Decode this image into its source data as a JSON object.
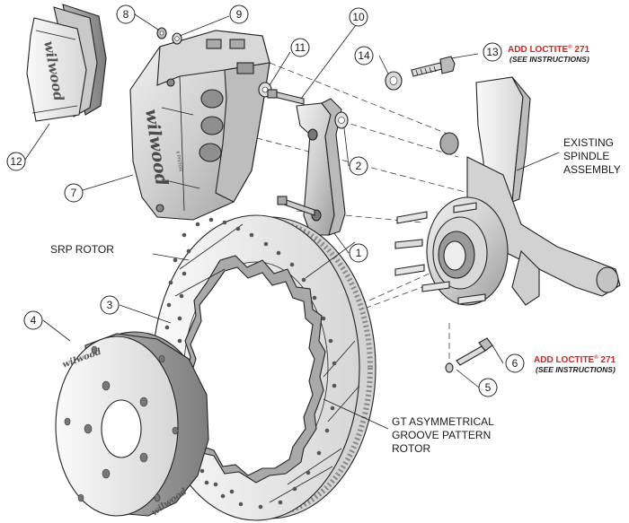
{
  "callouts": {
    "c1": "1",
    "c2": "2",
    "c3": "3",
    "c4": "4",
    "c5": "5",
    "c6": "6",
    "c7": "7",
    "c8": "8",
    "c9": "9",
    "c10": "10",
    "c11": "11",
    "c12": "12",
    "c13": "13",
    "c14": "14"
  },
  "labels": {
    "spindle_1": "EXISTING",
    "spindle_2": "SPINDLE",
    "spindle_3": "ASSEMBLY",
    "srp_rotor": "SRP ROTOR",
    "gt_1": "GT ASYMMETRICAL",
    "gt_2": "GROOVE PATTERN",
    "gt_3": "ROTOR"
  },
  "loctite": {
    "top": {
      "main": "ADD LOCTITE",
      "mark": "®",
      "num": " 271",
      "note": "(SEE INSTRUCTIONS)"
    },
    "bottom": {
      "main": "ADD LOCTITE",
      "mark": "®",
      "num": " 271",
      "note": "(SEE INSTRUCTIONS)"
    }
  },
  "brand": {
    "caliper": "wilwood",
    "pad": "wilwood",
    "hat_top": "wilwood",
    "hat_bottom": "wilwood",
    "caliper_sub": "6 PISTON"
  },
  "colors": {
    "loctite": "#e0201b",
    "part_light": "#e4e4e4",
    "part_mid": "#c6c6c6",
    "part_dark": "#9a9a9a"
  }
}
